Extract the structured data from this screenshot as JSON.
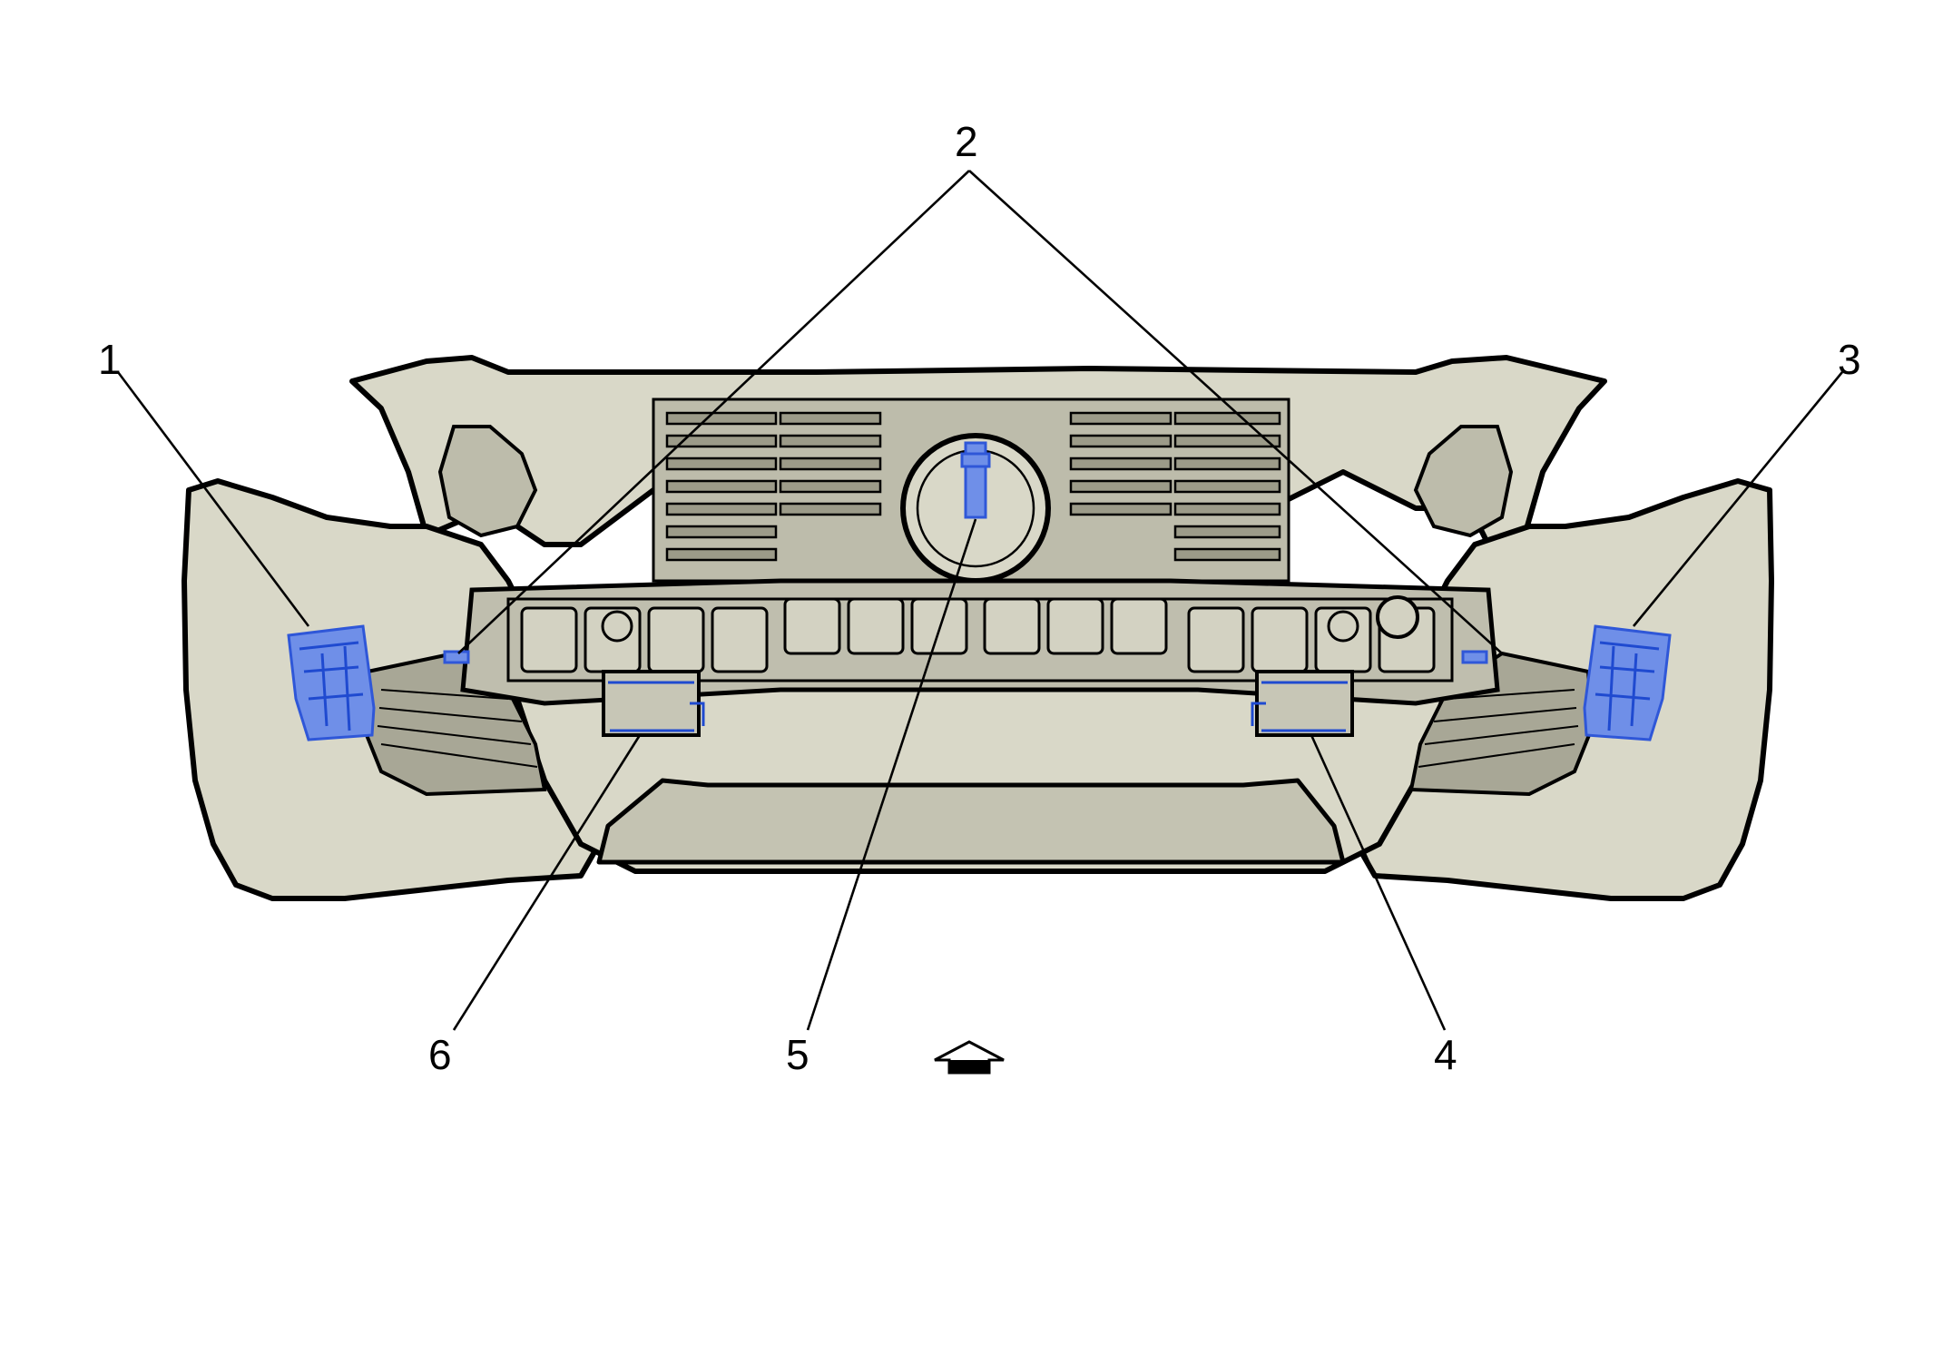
{
  "diagram": {
    "callouts": [
      {
        "id": 1,
        "label": "1"
      },
      {
        "id": 2,
        "label": "2"
      },
      {
        "id": 3,
        "label": "3"
      },
      {
        "id": 4,
        "label": "4"
      },
      {
        "id": 5,
        "label": "5"
      },
      {
        "id": 6,
        "label": "6"
      }
    ],
    "direction_marker": "forward-arrow-icon",
    "colors": {
      "bumper_fill": "#d9d8c8",
      "bumper_shade": "#c4c3b2",
      "dark_part": "#8f8e7e",
      "highlight_fill": "#6f8fe8",
      "highlight_stroke": "#2f57d8",
      "line": "#000000"
    }
  }
}
